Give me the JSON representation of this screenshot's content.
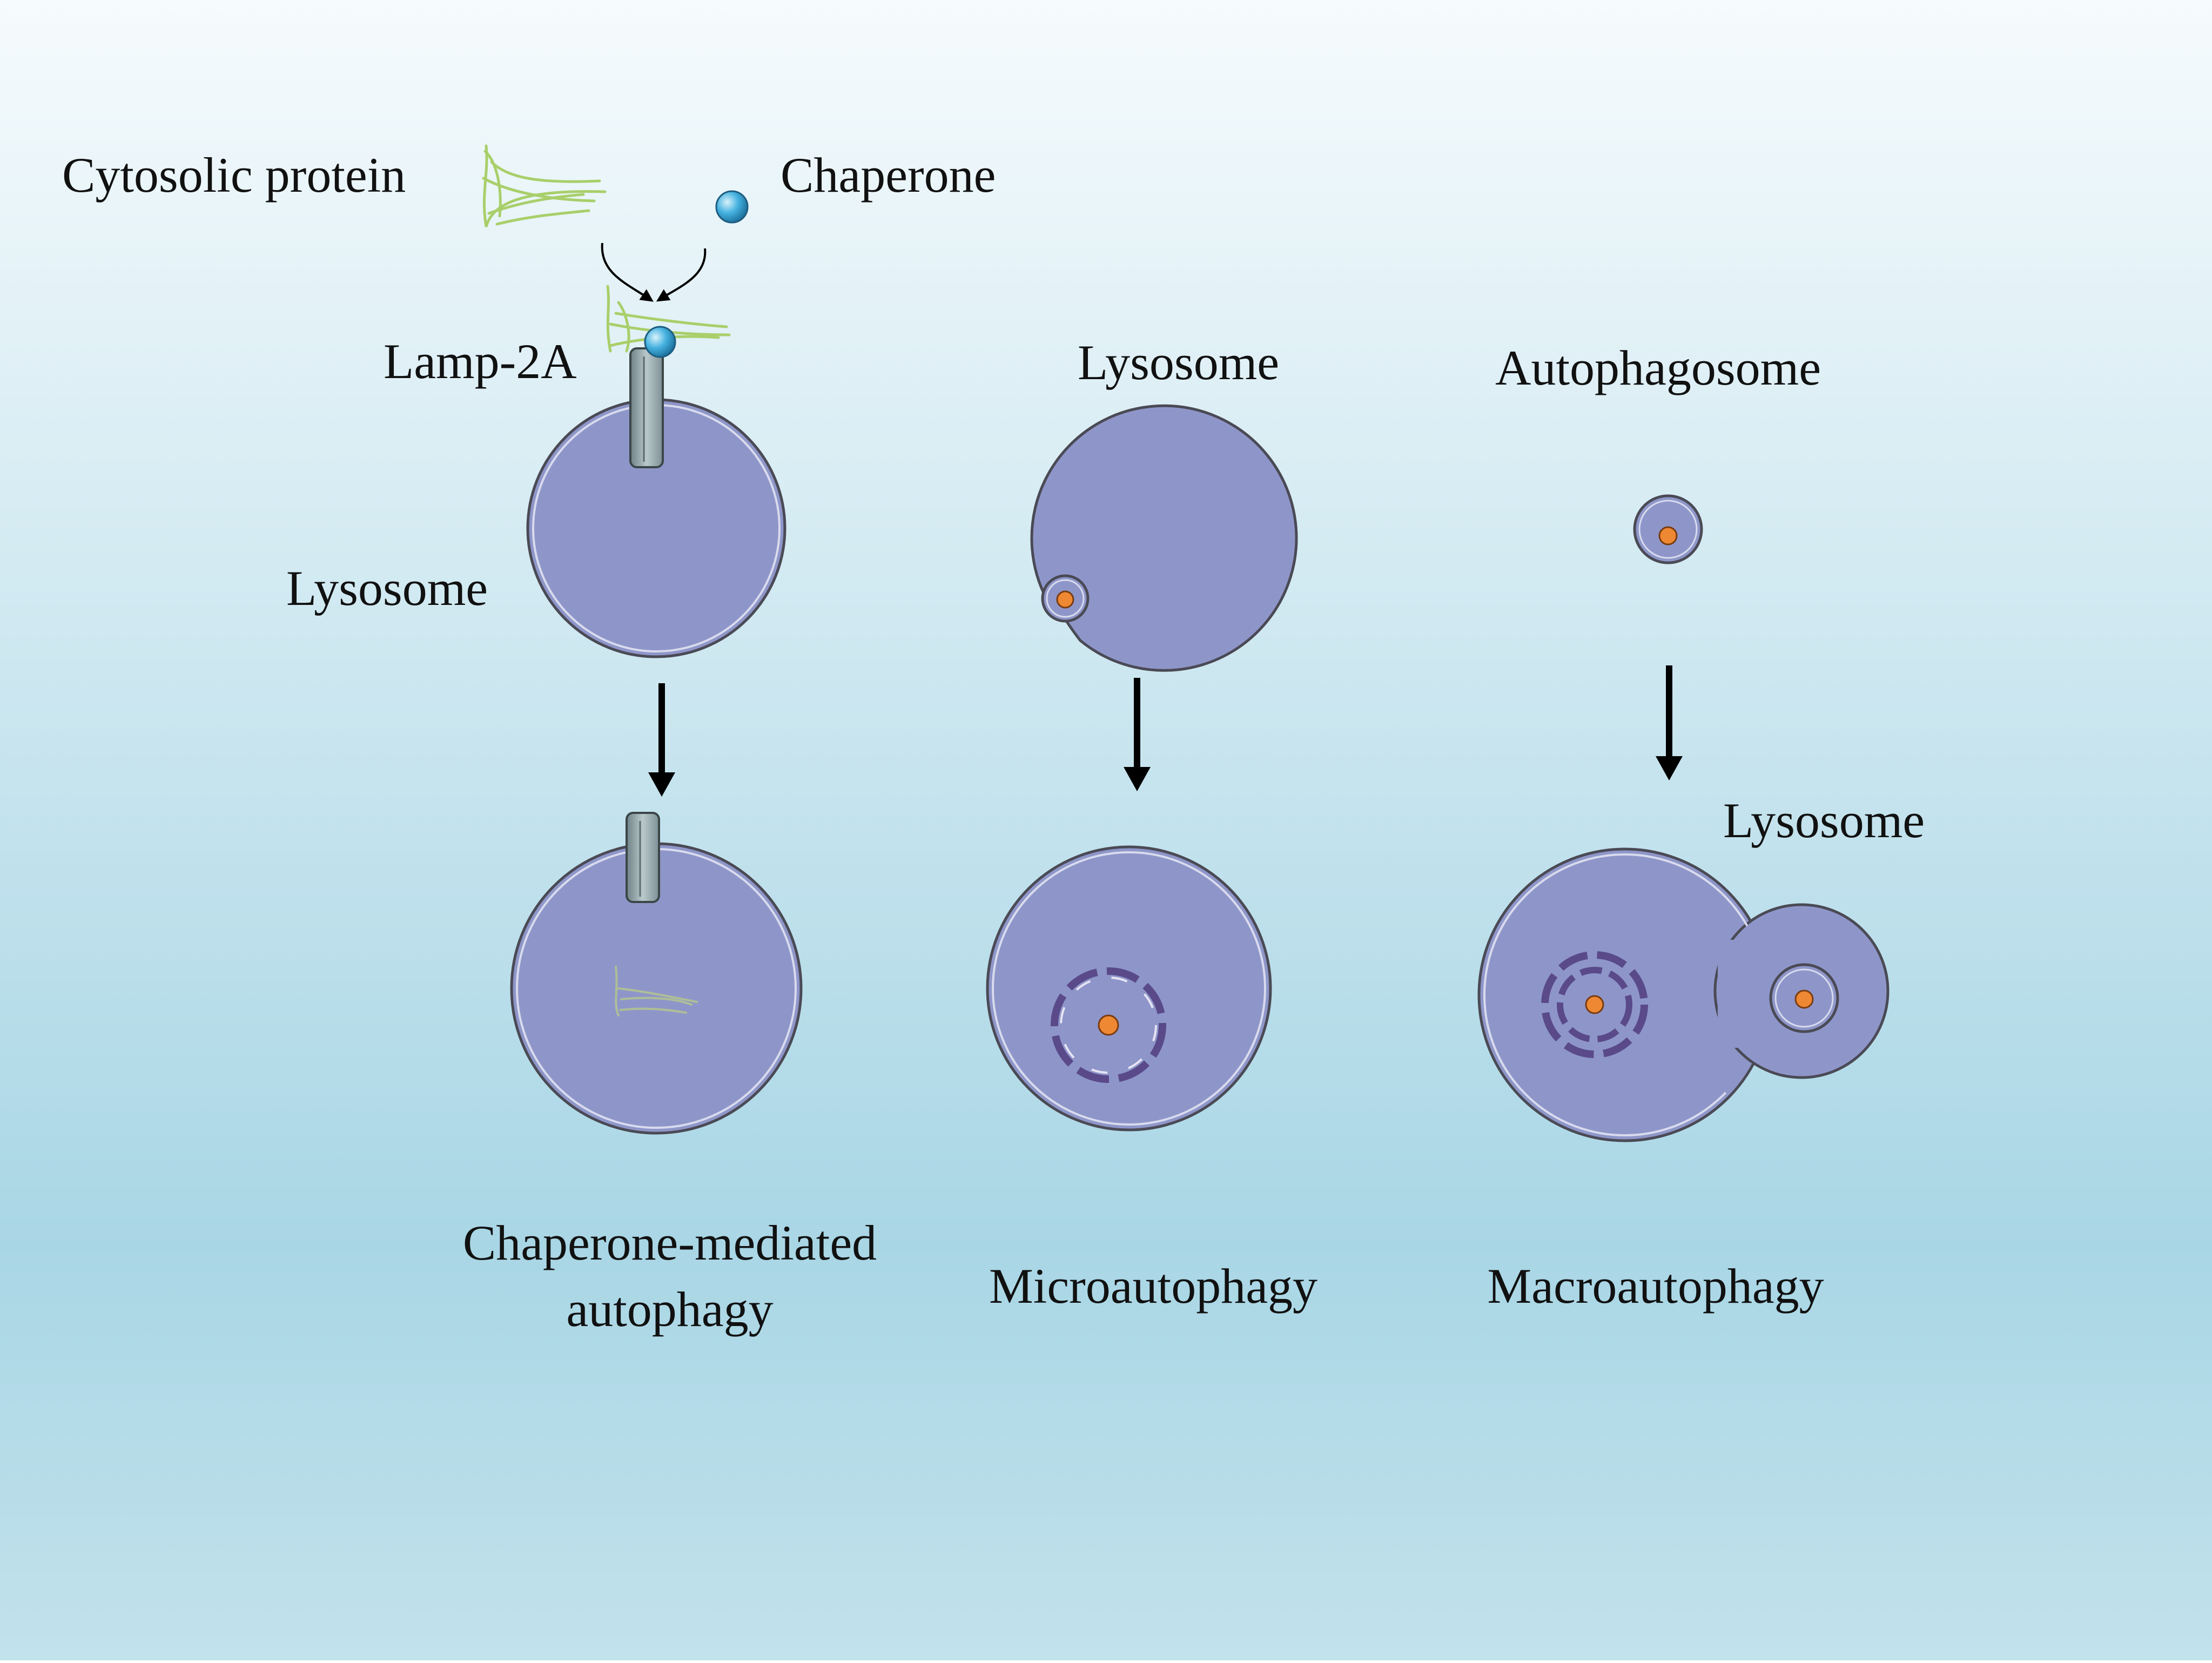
{
  "labels": {
    "cytosolic_protein": "Cytosolic protein",
    "chaperone": "Chaperone",
    "lamp2a": "Lamp-2A",
    "lysosome_cma": "Lysosome",
    "lysosome_micro": "Lysosome",
    "autophagosome": "Autophagosome",
    "lysosome_macro": "Lysosome",
    "cma_title_line1": "Chaperone-mediated",
    "cma_title_line2": "autophagy",
    "micro_title": "Microautophagy",
    "macro_title": "Macroautophagy"
  },
  "colors": {
    "background_top": "#f4fafc",
    "background_bottom": "#a9d6e5",
    "lysosome_fill": "#8e96c9",
    "membrane": "#4a4a55",
    "cargo": "#ee8833",
    "chaperone": "#3aa8d8",
    "protein": "#a9cf6a",
    "lamp2a": "#9fb0b4",
    "dashed_membrane": "#5a4a8a"
  }
}
